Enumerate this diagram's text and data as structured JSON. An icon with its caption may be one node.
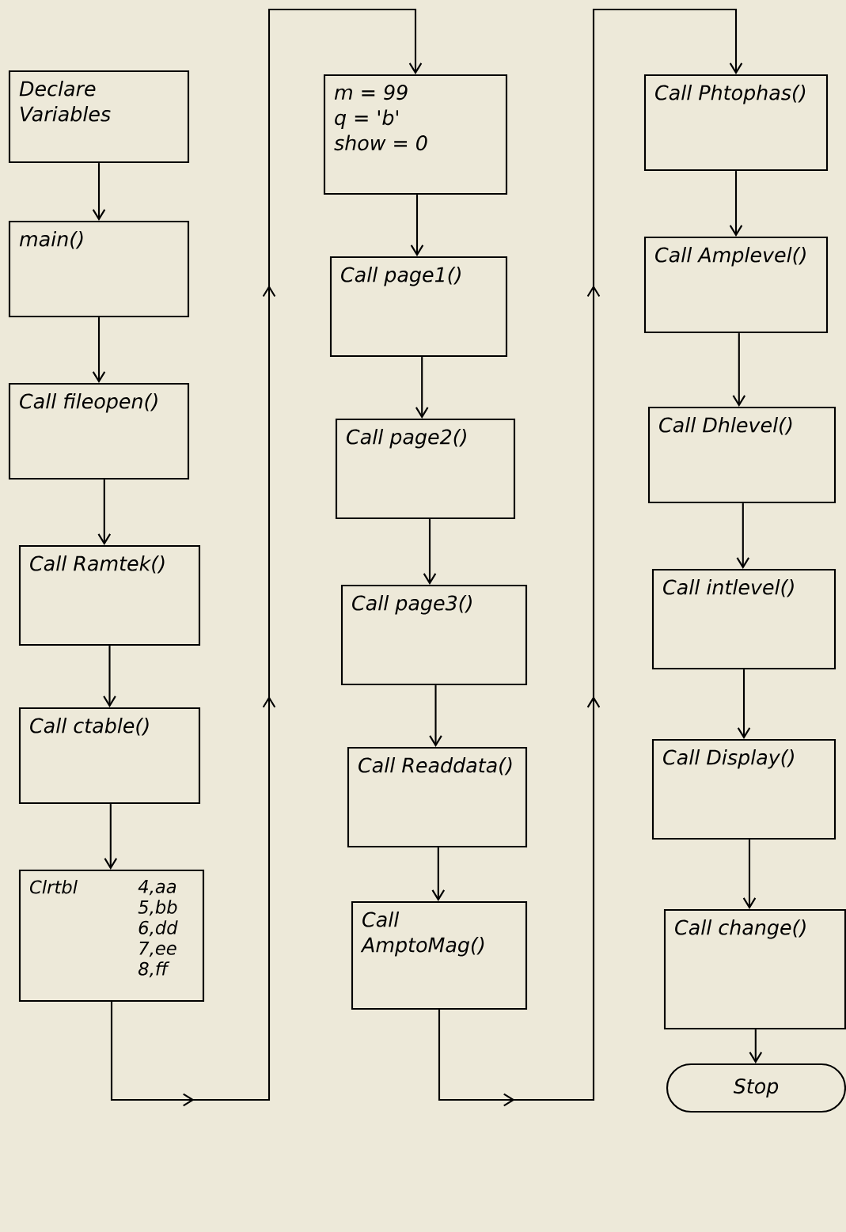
{
  "diagram": {
    "nodes": [
      {
        "text": [
          "Declare Variables"
        ]
      },
      {
        "text": [
          "main()"
        ]
      },
      {
        "text": [
          "Call fileopen()"
        ]
      },
      {
        "text": [
          "Call Ramtek()"
        ]
      },
      {
        "text": [
          "Call ctable()"
        ]
      },
      {
        "text": [
          "Clrtbl",
          "4,aa 5,bb 6,dd 7,ee 8,ff"
        ]
      },
      {
        "text": [
          "m = 99",
          "q = 'b'",
          "show = 0"
        ]
      },
      {
        "text": [
          "Call page1()"
        ]
      },
      {
        "text": [
          "Call page2()"
        ]
      },
      {
        "text": [
          "Call page3()"
        ]
      },
      {
        "text": [
          "Call Readdata()"
        ]
      },
      {
        "text": [
          "Call AmptoMag()"
        ]
      },
      {
        "text": [
          "Call Phtophas()"
        ]
      },
      {
        "text": [
          "Call Amplevel()"
        ]
      },
      {
        "text": [
          "Call Dhlevel()"
        ]
      },
      {
        "text": [
          "Call intlevel()"
        ]
      },
      {
        "text": [
          "Call Display()"
        ]
      },
      {
        "text": [
          "Call change()"
        ]
      },
      {
        "text": [
          "Stop"
        ]
      }
    ],
    "edges": [
      {
        "from": 0,
        "to": 1,
        "arrow": "to"
      },
      {
        "from": 1,
        "to": 2,
        "arrow": "to"
      },
      {
        "from": 2,
        "to": 3,
        "arrow": "to"
      },
      {
        "from": 3,
        "to": 4,
        "arrow": "to"
      },
      {
        "from": 4,
        "to": 5,
        "arrow": "to"
      },
      {
        "from": 5,
        "to": 6,
        "arrow": "to"
      },
      {
        "from": 6,
        "to": 7,
        "arrow": "to"
      },
      {
        "from": 7,
        "to": 8,
        "arrow": "to"
      },
      {
        "from": 8,
        "to": 9,
        "arrow": "to"
      },
      {
        "from": 9,
        "to": 10,
        "arrow": "to"
      },
      {
        "from": 10,
        "to": 11,
        "arrow": "to"
      },
      {
        "from": 11,
        "to": 12,
        "arrow": "to"
      },
      {
        "from": 12,
        "to": 13,
        "arrow": "to"
      },
      {
        "from": 13,
        "to": 14,
        "arrow": "to"
      },
      {
        "from": 14,
        "to": 15,
        "arrow": "to"
      },
      {
        "from": 15,
        "to": 16,
        "arrow": "to"
      },
      {
        "from": 16,
        "to": 17,
        "arrow": "to"
      },
      {
        "from": 17,
        "to": 18,
        "arrow": "to"
      }
    ]
  }
}
